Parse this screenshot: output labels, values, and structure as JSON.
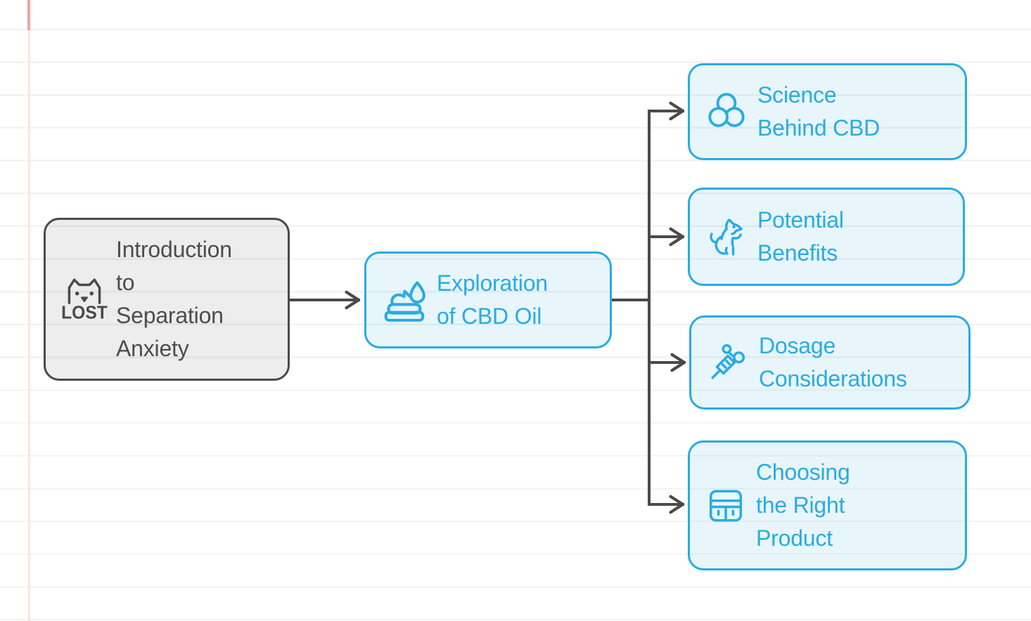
{
  "app": {
    "type": "mind-map-canvas",
    "background": "ruled-notebook-paper"
  },
  "colors": {
    "accent_blue": "#29abe2",
    "blue_node_fill": "#e7f6fc",
    "gray_node_border": "#4a4a4a",
    "gray_node_fill": "#efefef",
    "gray_text": "#4d4d4d",
    "connector": "#4a4a4a",
    "ruled_line": "#f1f1f1",
    "margin_line": "#fae3e3",
    "margin_line_top": "#f0a2a2"
  },
  "nodes": {
    "root": {
      "label": "Introduction\nto\nSeparation\nAnxiety",
      "icon": "lost-pet-icon",
      "icon_text": "LOST"
    },
    "middle": {
      "label": "Exploration\nof CBD Oil",
      "icon": "cbd-cream-drop-icon"
    },
    "branches": [
      {
        "label": "Science\nBehind CBD",
        "icon": "molecule-icon"
      },
      {
        "label": "Potential\nBenefits",
        "icon": "dog-icon"
      },
      {
        "label": "Dosage\nConsiderations",
        "icon": "syringe-icon"
      },
      {
        "label": "Choosing\nthe Right\nProduct",
        "icon": "product-cabinet-icon"
      }
    ]
  }
}
